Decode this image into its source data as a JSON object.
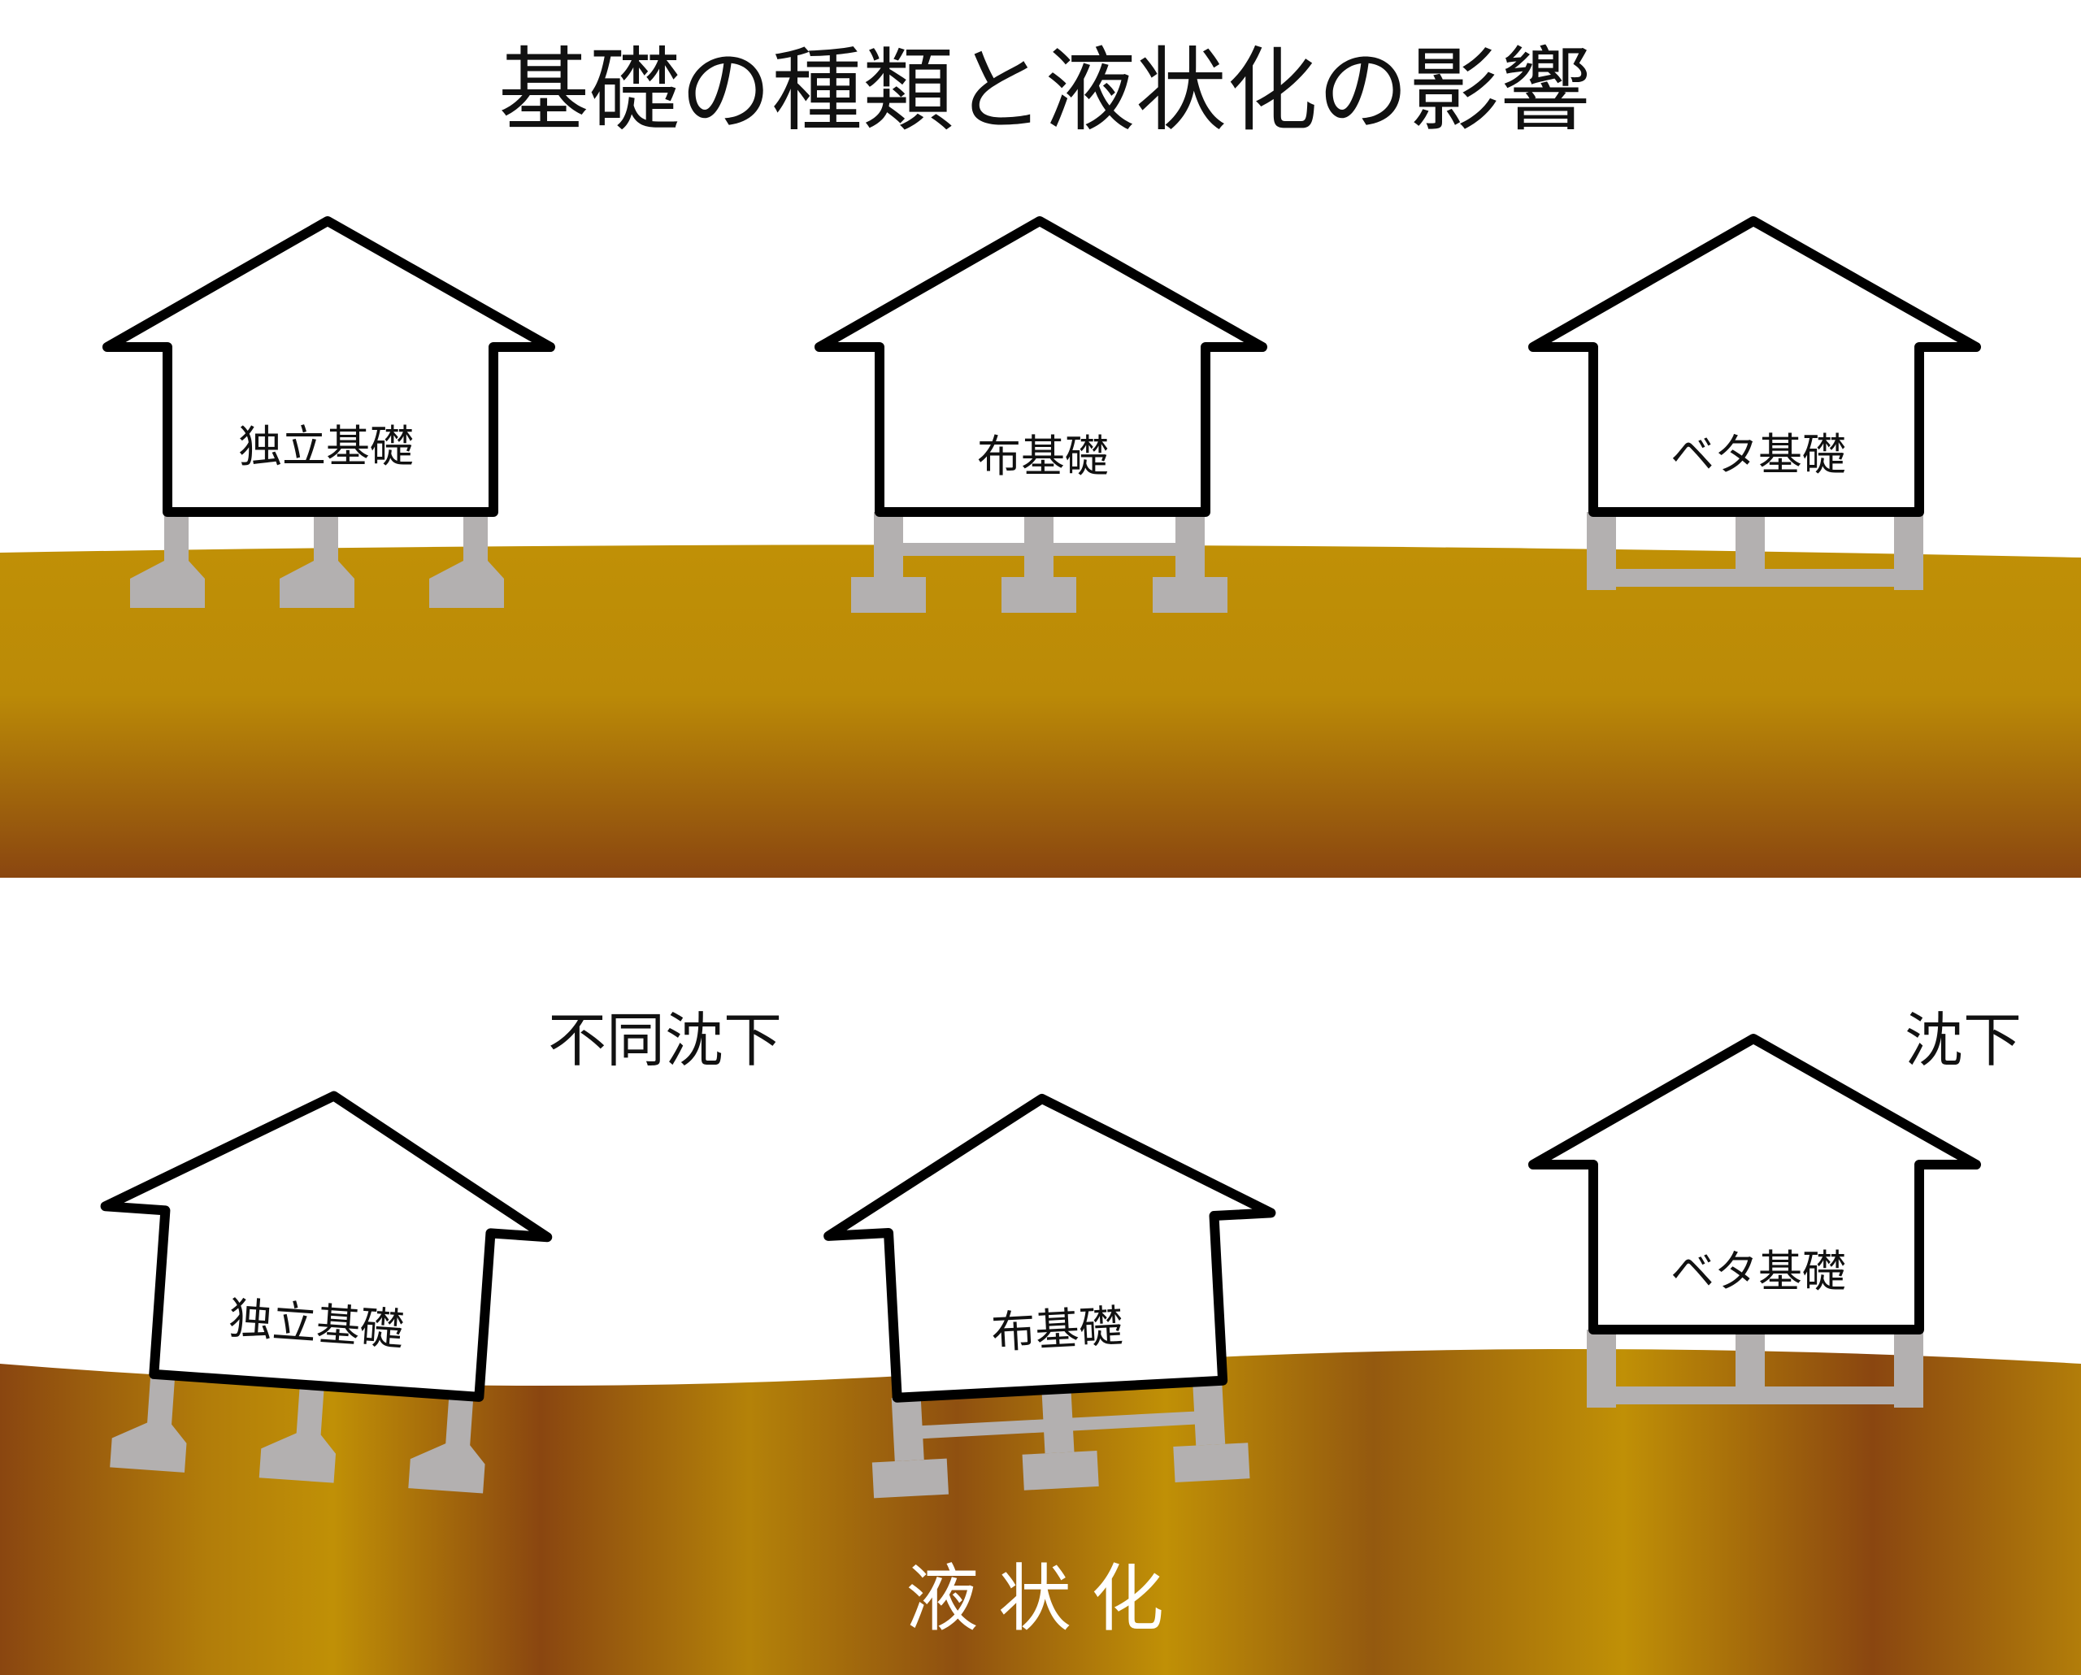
{
  "title": "基礎の種類と液状化の影響",
  "colors": {
    "soil_light": "#c09006",
    "soil_dark": "#8a4610",
    "footing": "#b3b0b0",
    "outline": "#000000",
    "house_fill": "#ffffff",
    "liquefaction_text": "#ffffff"
  },
  "before": {
    "houses": [
      {
        "label": "独立基礎",
        "foundation": "independent"
      },
      {
        "label": "布基礎",
        "foundation": "strip"
      },
      {
        "label": "ベタ基礎",
        "foundation": "mat"
      }
    ]
  },
  "after": {
    "houses": [
      {
        "label": "独立基礎",
        "foundation": "independent"
      },
      {
        "label": "布基礎",
        "foundation": "strip"
      },
      {
        "label": "ベタ基礎",
        "foundation": "mat"
      }
    ],
    "uneven_settlement_label": "不同沈下",
    "settlement_label": "沈下",
    "liquefaction_label": "液状化"
  }
}
